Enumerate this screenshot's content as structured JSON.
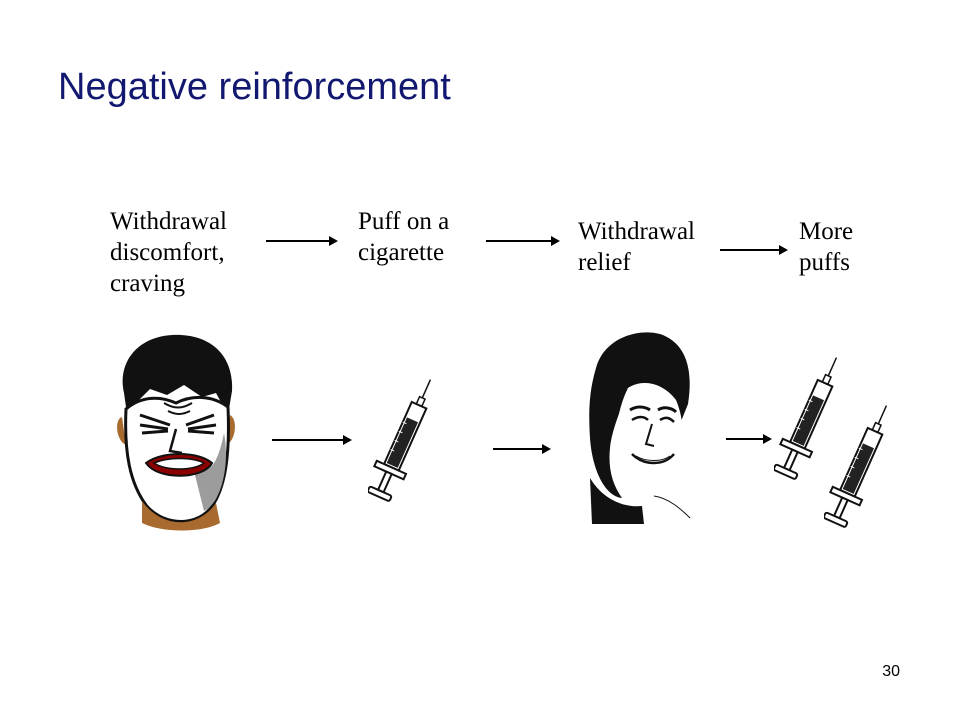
{
  "slide": {
    "title": "Negative reinforcement",
    "steps": [
      {
        "text": "Withdrawal\ndiscomfort,\ncraving"
      },
      {
        "text": "Puff on a\ncigarette"
      },
      {
        "text": "Withdrawal\nrelief"
      },
      {
        "text": "More\npuffs"
      }
    ],
    "page_number": "30"
  },
  "icons": {
    "pained_face": "grimacing-face-icon",
    "relieved_face": "smiling-face-icon",
    "syringe": "syringe-icon"
  },
  "colors": {
    "title": "#121870",
    "text": "#000000",
    "background": "#ffffff"
  }
}
